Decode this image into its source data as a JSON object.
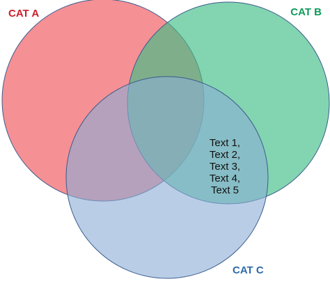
{
  "sets": [
    {
      "id": "a",
      "label": "CAT A",
      "fill": "#f0555c",
      "label_color": "#cc1f2b",
      "stroke": "#3a5a8c"
    },
    {
      "id": "b",
      "label": "CAT B",
      "fill": "#3fbf86",
      "label_color": "#0e9a5a",
      "stroke": "#3a5a8c"
    },
    {
      "id": "c",
      "label": "CAT C",
      "fill": "#8aaed6",
      "label_color": "#2f6aa8",
      "stroke": "#3a5a8c"
    }
  ],
  "intersection": {
    "lines": [
      "Text 1,",
      "Text 2,",
      "Text 3,",
      "Text 4,",
      "Text 5"
    ]
  }
}
